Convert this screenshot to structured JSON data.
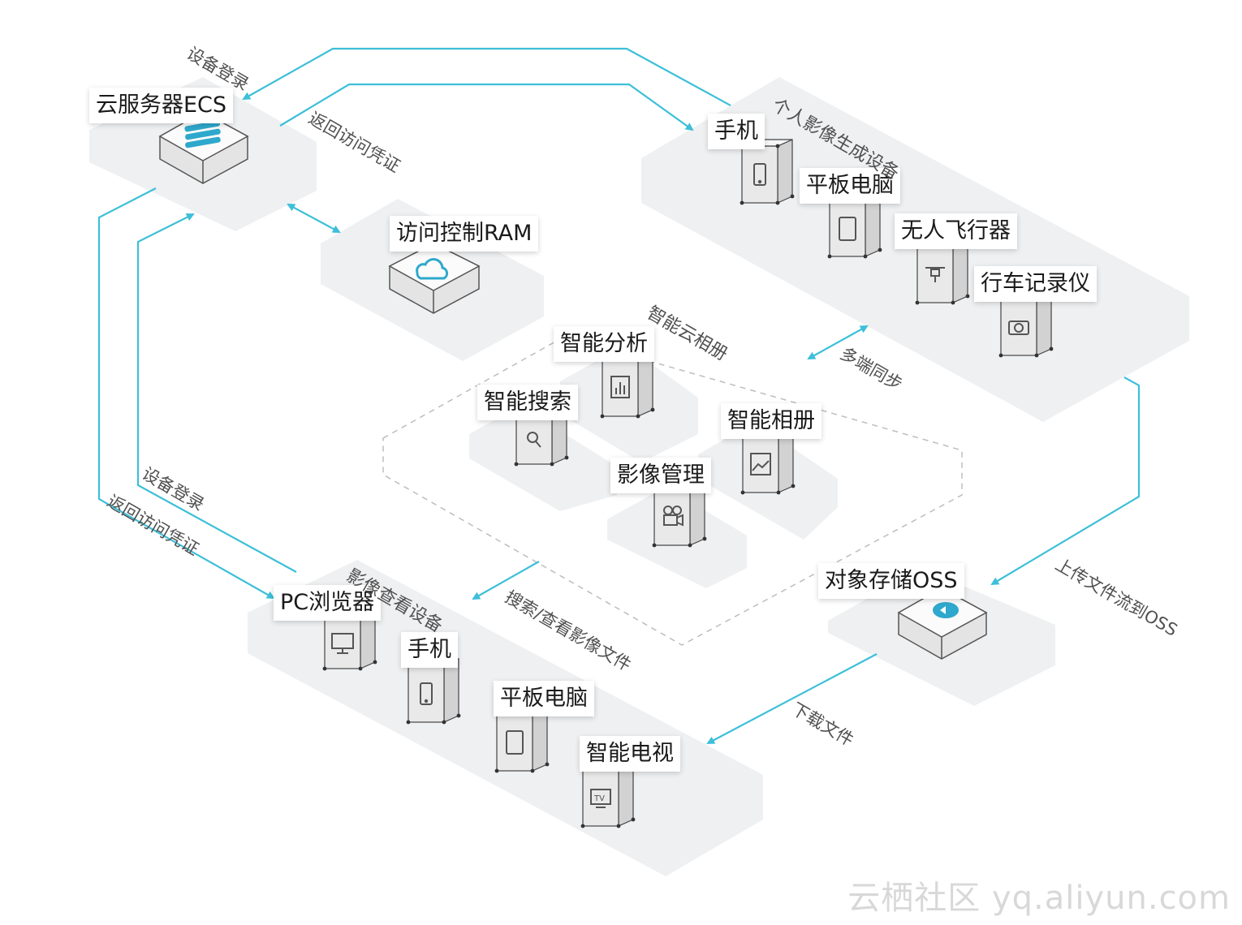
{
  "nodes": {
    "ecs": "云服务器ECS",
    "ram": "访问控制RAM",
    "oss": "对象存储OSS",
    "album_analysis": "智能分析",
    "album_search": "智能搜索",
    "album_gallery": "智能相册",
    "album_manage": "影像管理",
    "gen_phone": "手机",
    "gen_tablet": "平板电脑",
    "gen_drone": "无人飞行器",
    "gen_dashcam": "行车记录仪",
    "view_pc": "PC浏览器",
    "view_phone": "手机",
    "view_tablet": "平板电脑",
    "view_tv": "智能电视"
  },
  "groups": {
    "generation": "个人影像生成设备",
    "album": "智能云相册",
    "viewing": "影像查看设备"
  },
  "edges": {
    "top_login": "设备登录",
    "top_credential": "返回访问凭证",
    "multi_sync": "多端同步",
    "upload": "上传文件流到OSS",
    "download": "下载文件",
    "search_view": "搜索/查看影像文件",
    "left_login": "设备登录",
    "left_credential": "返回访问凭证"
  },
  "colors": {
    "arrow": "#3dbfd9",
    "panel": "#eef0f2",
    "device": "#e8e8e8"
  },
  "watermark": "云栖社区 yq.aliyun.com"
}
